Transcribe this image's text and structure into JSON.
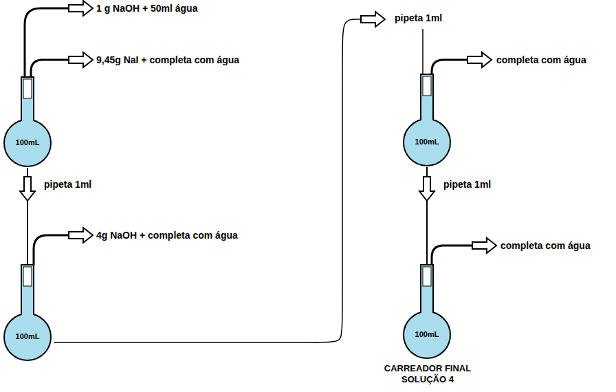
{
  "diagram": {
    "nodes": [
      {
        "text": [
          "100mL"
        ]
      },
      {
        "text": [
          "100mL"
        ]
      },
      {
        "text": [
          "100mL"
        ]
      },
      {
        "text": [
          "100mL"
        ]
      }
    ],
    "edges": [
      {
        "from": 0,
        "to": 1,
        "arrow": "to",
        "label": "pipeta 1ml"
      },
      {
        "from": 1,
        "to": 2,
        "arrow": "to",
        "label": "pipeta 1ml"
      },
      {
        "from": 2,
        "to": 3,
        "arrow": "to",
        "label": "pipeta 1ml"
      }
    ],
    "labels": [
      "1 g NaOH + 50ml água",
      "9,45g NaI + completa com água",
      "4g NaOH + completa com água",
      "completa com água",
      "completa com água",
      "CARREADOR FINAL SOLUÇÃO 4"
    ]
  }
}
